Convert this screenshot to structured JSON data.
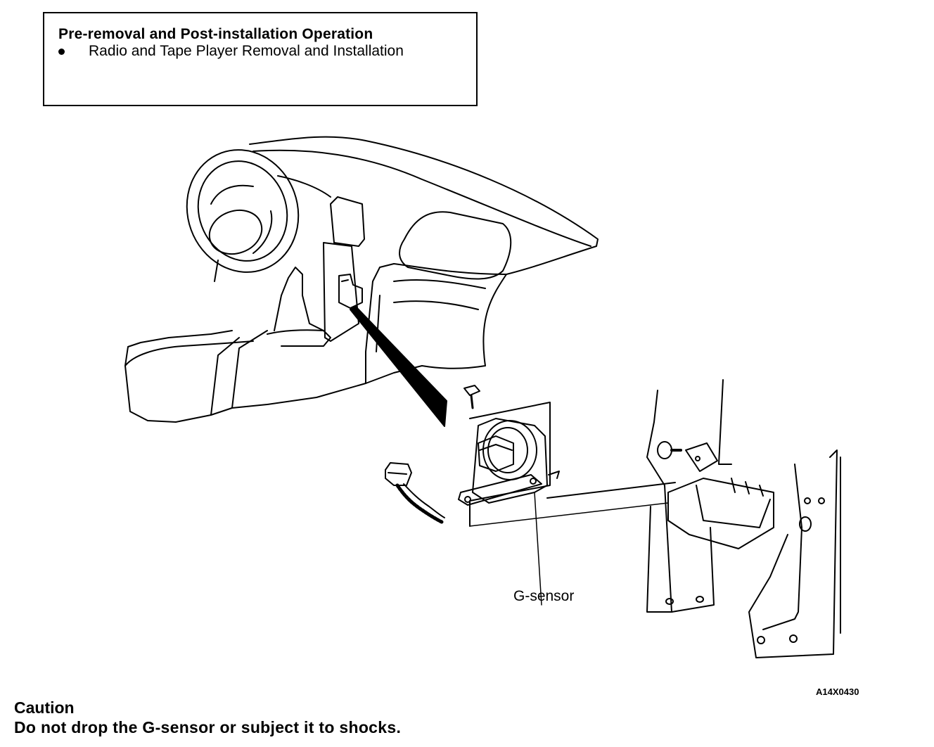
{
  "operation_box": {
    "title": "Pre-removal and Post-installation Operation",
    "items": [
      "Radio and Tape Player Removal and Installation"
    ]
  },
  "labels": {
    "g_sensor": "G-sensor"
  },
  "figure_id": "A14X0430",
  "caution": {
    "title": "Caution",
    "text": "Do not drop the G-sensor or subject it to shocks."
  }
}
